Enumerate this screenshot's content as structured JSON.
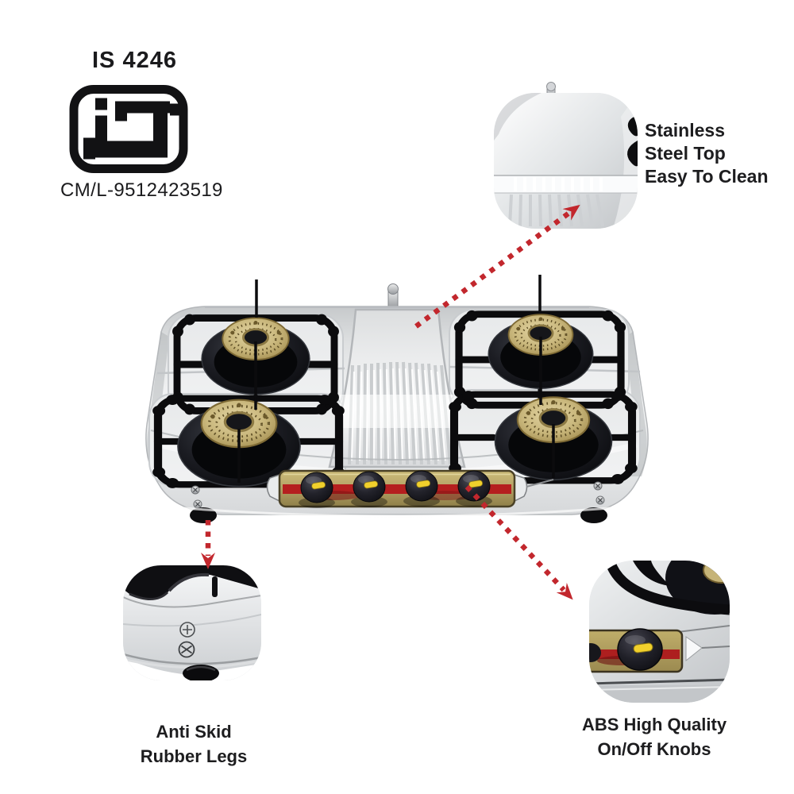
{
  "certification": {
    "standard": "IS 4246",
    "mark": "ISI",
    "license": "CM/L-9512423519"
  },
  "callouts": {
    "steel_top": {
      "lines": [
        "Stainless",
        "Steel Top",
        "Easy To Clean"
      ]
    },
    "rubber_legs": {
      "lines": [
        "Anti Skid",
        "Rubber Legs"
      ]
    },
    "knobs": {
      "lines": [
        "ABS High Quality",
        "On/Off Knobs"
      ]
    }
  },
  "product": {
    "type": "four burner stainless steel gas stove",
    "burner_count": 4,
    "knob_count": 4
  },
  "colors": {
    "background": "#ffffff",
    "text": "#1d1d1f",
    "accent_red": "#c2272d",
    "brass": "#c6b478",
    "panel_gold": "#b3a164",
    "knob_indicator": "#f1d02c",
    "steel_light": "#f3f4f5",
    "steel_dark": "#c6c9cb",
    "support_black": "#0b0b0d"
  }
}
